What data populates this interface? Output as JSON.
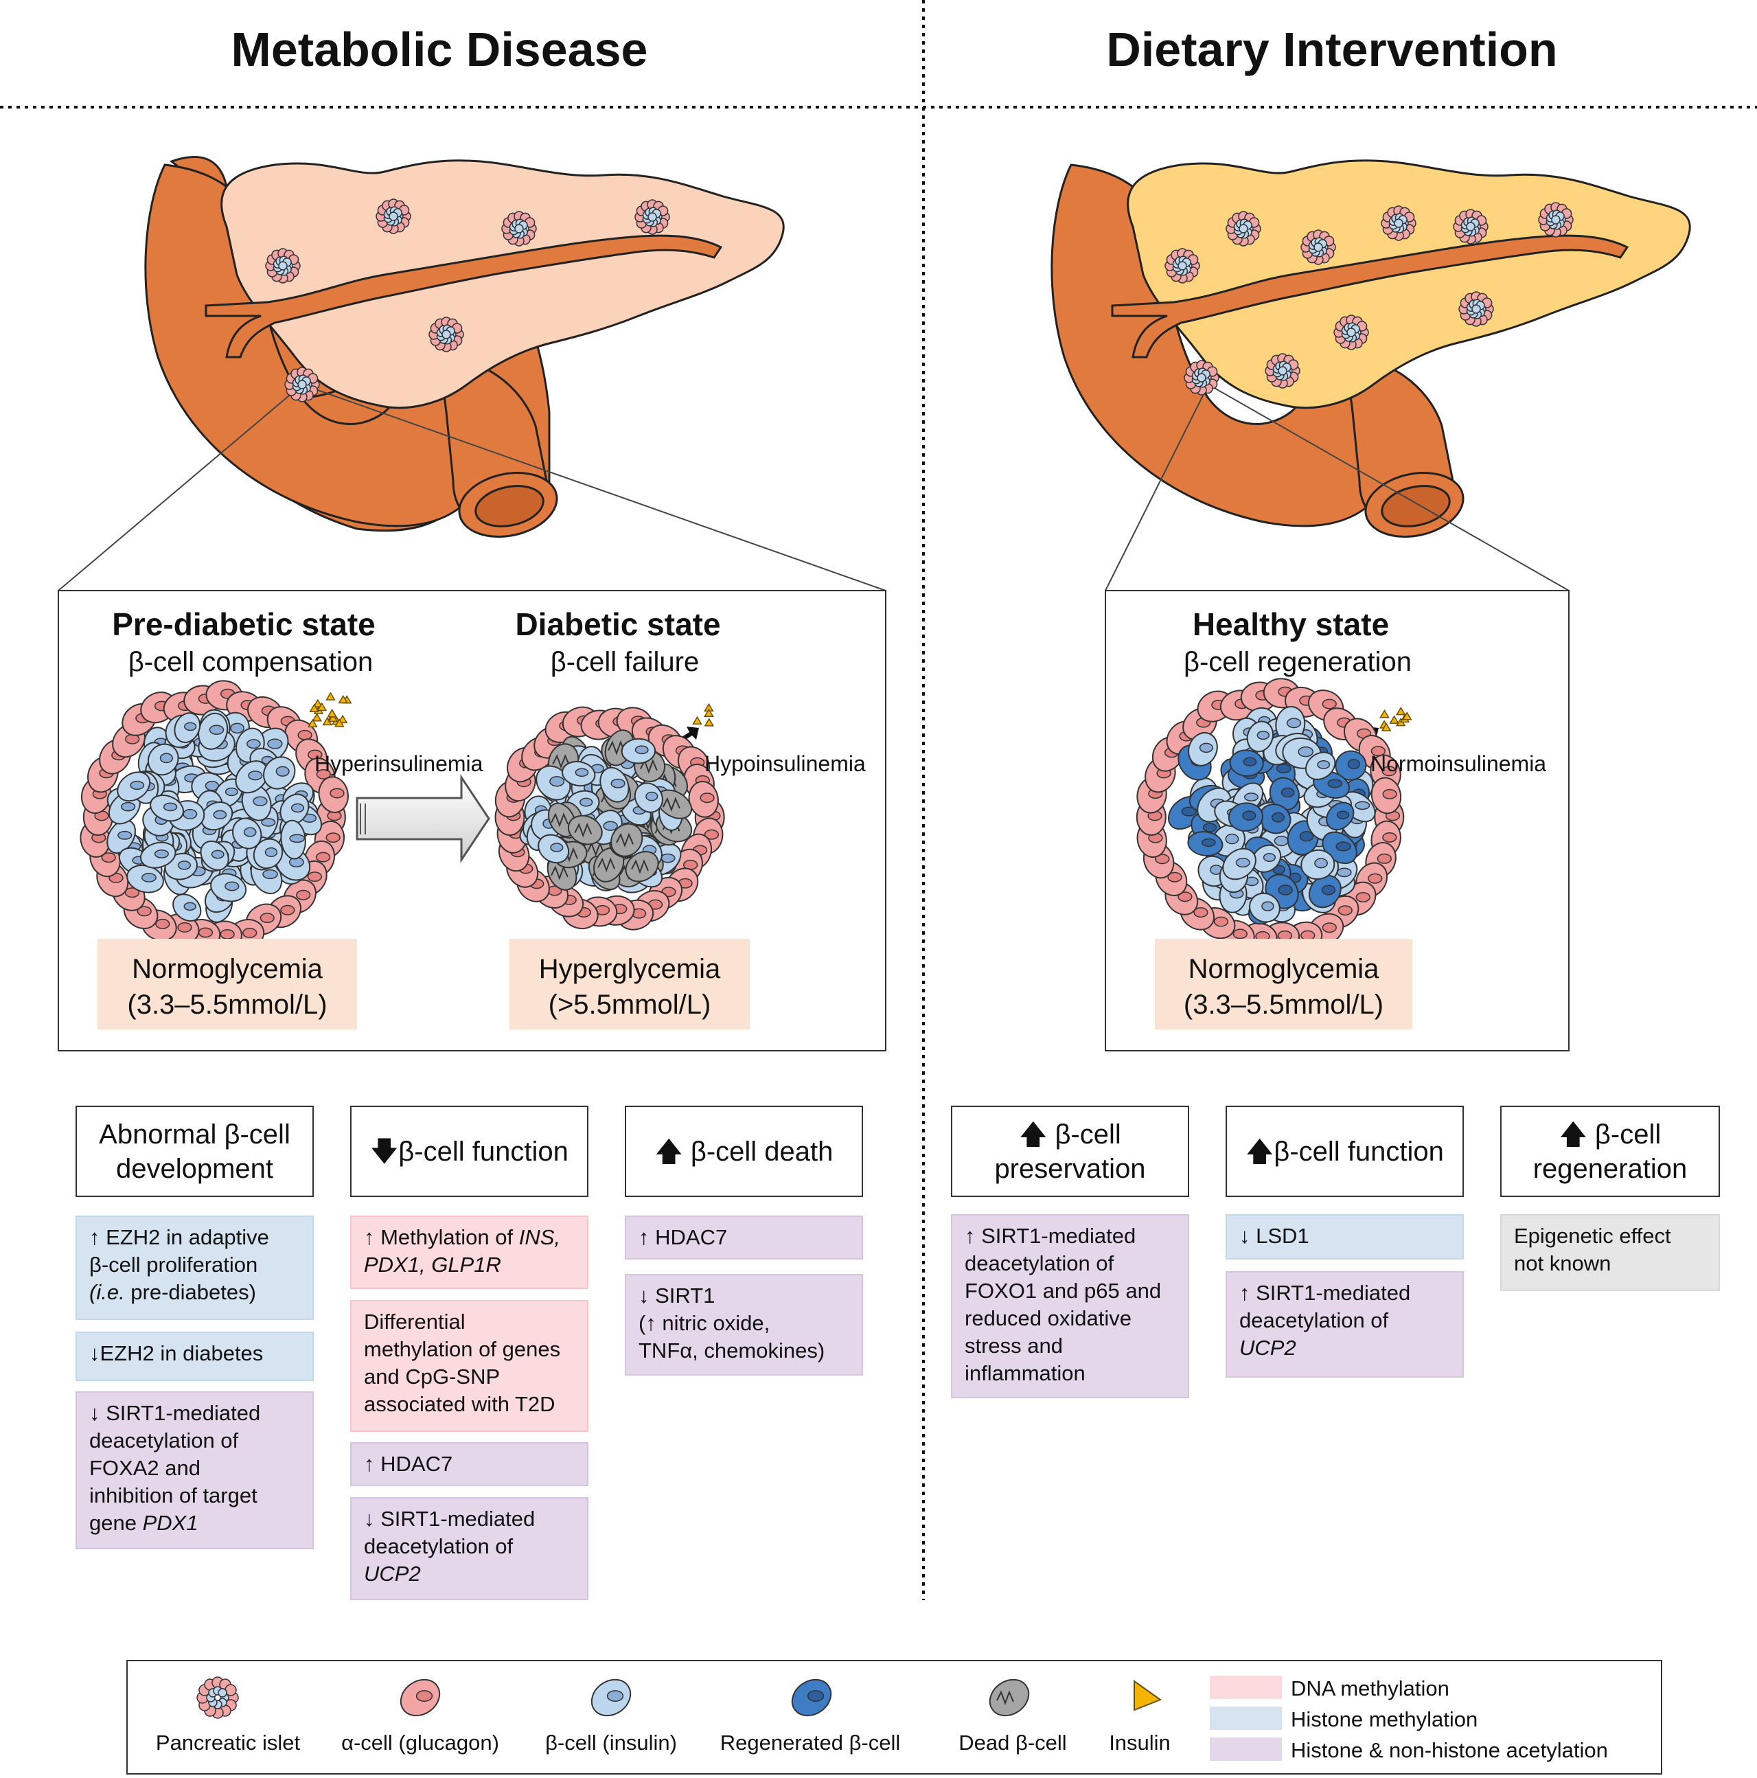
{
  "headings": {
    "left": "Metabolic Disease",
    "right": "Dietary Intervention"
  },
  "states": {
    "prediabetic": {
      "title": "Pre-diabetic state",
      "subtitle": "β-cell compensation",
      "insulin": "Hyperinsulinemia",
      "glycemia": "Normoglycemia",
      "range": "(3.3–5.5mmol/L)"
    },
    "diabetic": {
      "title": "Diabetic state",
      "subtitle": "β-cell failure",
      "insulin": "Hypoinsulinemia",
      "glycemia": "Hyperglycemia",
      "range": "(>5.5mmol/L)"
    },
    "healthy": {
      "title": "Healthy state",
      "subtitle": "β-cell regeneration",
      "insulin": "Normoinsulinemia",
      "glycemia": "Normoglycemia",
      "range": "(3.3–5.5mmol/L)"
    }
  },
  "columns": {
    "abnormal_dev": {
      "header_1": "Abnormal β-cell",
      "header_2": "development",
      "cards": [
        {
          "l1": "↑ EZH2 in adaptive",
          "l2": "β-cell proliferation",
          "l3a": "(i.e.",
          "l3b": " pre-diabetes)"
        },
        {
          "l1": "↓EZH2 in diabetes"
        },
        {
          "l1": "↓ SIRT1-mediated",
          "l2": "deacetylation  of",
          "l3": "FOXA2  and",
          "l4": "inhibition  of target",
          "l5a": "gene ",
          "l5b": "PDX1"
        }
      ]
    },
    "dec_function": {
      "arrow": "🡇",
      "header": "β-cell function",
      "cards": [
        {
          "l1a": "↑ Methylation  of ",
          "l1b": "INS,",
          "l2": "PDX1,  GLP1R"
        },
        {
          "l1": "Differential",
          "l2": "methylation  of genes",
          "l3": "and  CpG-SNP",
          "l4": "associated  with T2D"
        },
        {
          "l1": "↑ HDAC7"
        },
        {
          "l1": "↓ SIRT1-mediated",
          "l2": "deacetylation   of",
          "l3": "UCP2"
        }
      ]
    },
    "inc_death": {
      "arrow": "🡅",
      "header": "β-cell death",
      "cards": [
        {
          "l1": "↑ HDAC7"
        },
        {
          "l1": "↓ SIRT1",
          "l2": "(↑ nitric oxide,",
          "l3": "TNFα, chemokines)"
        }
      ]
    },
    "preservation": {
      "arrow": "🡅",
      "header_1": " β-cell",
      "header_2": "preservation",
      "cards": [
        {
          "l1": "↑ SIRT1-mediated",
          "l2": "deacetylation   of",
          "l3": "FOXO1  and p65 and",
          "l4": "reduced  oxidative",
          "l5": "stress  and",
          "l6": "inflammation"
        }
      ]
    },
    "inc_function": {
      "arrow": "🡅",
      "header": "β-cell function",
      "cards": [
        {
          "l1": "↓  LSD1"
        },
        {
          "l1": "↑  SIRT1-mediated",
          "l2": "deacetylation   of",
          "l3": "UCP2"
        }
      ]
    },
    "regeneration": {
      "arrow": "🡅",
      "header_1": " β-cell",
      "header_2": "regeneration",
      "cards": [
        {
          "l1": "Epigenetic   effect",
          "l2": "not  known"
        }
      ]
    }
  },
  "legend": {
    "islet": "Pancreatic  islet",
    "alpha": "α-cell (glucagon)",
    "beta": "β-cell (insulin)",
    "regen": "Regenerated   β-cell",
    "dead": "Dead  β-cell",
    "insulin": "Insulin",
    "dna": "DNA methylation",
    "histone": "Histone  methylation",
    "acetyl": "Histone  & non-histone   acetylation"
  },
  "colors": {
    "pancreas_disease": "#fbd3bb",
    "pancreas_diet": "#fed47f",
    "organ": "#e07a3f",
    "alpha_cell": "#f2a5a5",
    "beta_cell": "#bcd6ee",
    "regen_cell": "#3e7cc4",
    "dead_cell": "#a5a5a5",
    "insulin": "#f4b400",
    "dna": "#fbdbdd",
    "histone": "#d5e4f0",
    "acetylation": "#e4d7ea",
    "glycemia_bg": "#fbe3d3"
  }
}
